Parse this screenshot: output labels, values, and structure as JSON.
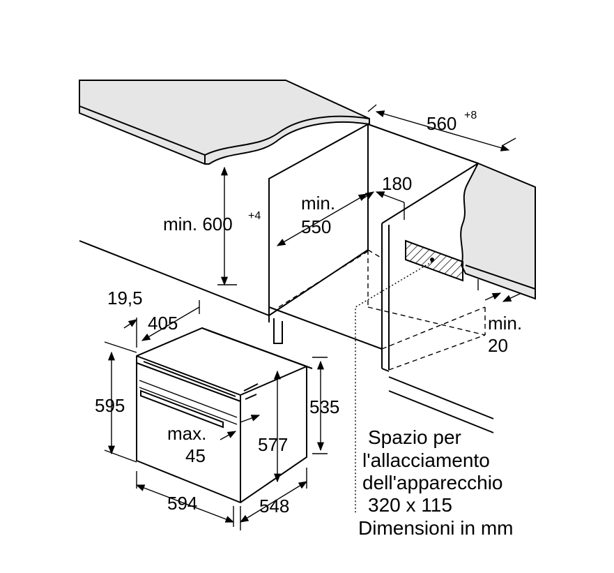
{
  "labels": {
    "dim_560": "560",
    "dim_560_sup": "+8",
    "dim_180": "180",
    "dim_min550_a": "min.",
    "dim_min550_b": "550",
    "dim_min600": "min. 600",
    "dim_min600_sup": "+4",
    "dim_19_5": "19,5",
    "dim_405": "405",
    "dim_595": "595",
    "dim_535": "535",
    "dim_577": "577",
    "dim_max45_a": "max.",
    "dim_max45_b": "45",
    "dim_594": "594",
    "dim_548": "548",
    "dim_min20_a": "min.",
    "dim_min20_b": "20"
  },
  "notes": {
    "line1": "Spazio per",
    "line2": "l'allacciamento",
    "line3": "dell'apparecchio",
    "line4": "320 x 115",
    "line5": "Dimensioni in mm"
  },
  "colors": {
    "wall": "#e6e6e6",
    "line": "#000000"
  }
}
